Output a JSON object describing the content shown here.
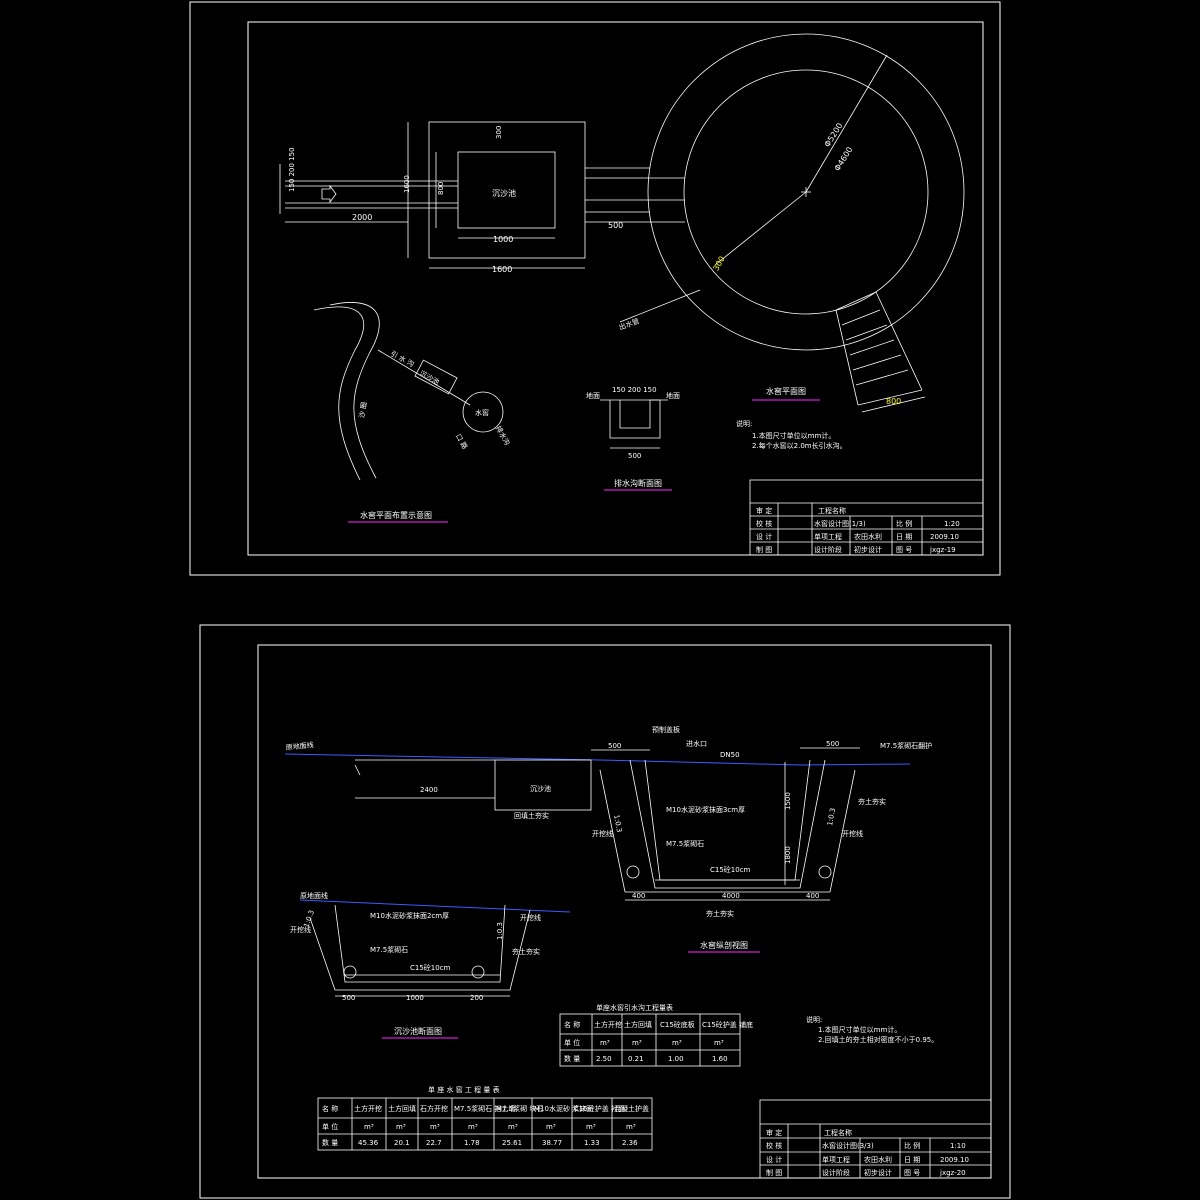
{
  "sheet1": {
    "plan_labels": {
      "sand_basin": "沉沙池",
      "dim_2000": "2000",
      "dim_1000": "1000",
      "dim_1600_h": "1600",
      "dim_1600_v": "1600",
      "dim_800": "800",
      "dim_300": "300",
      "dim_500": "500",
      "inlet_dims": "150 200 150",
      "dia_outer": "Φ5200",
      "dia_inner": "Φ4600",
      "wall_300": "300",
      "stair_800": "800",
      "pipe_label": "出水管"
    },
    "schematic": {
      "inlet_canal": "引 水 沟",
      "sand_basin": "沉沙池",
      "cellar": "水窖",
      "channel": "排水沟",
      "left_label": "沙 圈",
      "right_label": "口 路"
    },
    "ditch": {
      "dims": "150 200 150",
      "bottom": "500",
      "left_word": "地面",
      "right_word": "地面",
      "title": "排水沟断面图"
    },
    "titles": {
      "cellar_plan": "水窖平面图",
      "layout_plan": "水窖平面布置示意图"
    },
    "notes": {
      "heading": "说明:",
      "items": [
        "1.本图尺寸单位以mm计。",
        "2.每个水窖以2.0m长引水沟。"
      ]
    },
    "titleblock": {
      "rows": [
        [
          "审 定",
          "",
          "工程名称",
          "",
          "",
          ""
        ],
        [
          "校 核",
          "",
          "水窖设计图(1/3)",
          "比 例",
          "1:20",
          ""
        ],
        [
          "设 计",
          "",
          "单项工程",
          "农田水利",
          "日 期",
          "2009.10"
        ],
        [
          "制 图",
          "",
          "设计阶段",
          "初步设计",
          "图 号",
          "jxgz-19"
        ]
      ]
    }
  },
  "sheet2": {
    "section_labels": {
      "ground_line": "原地面线",
      "sand_basin": "沉沙池",
      "fill_earth": "回填土夯实",
      "dim_2400": "2400",
      "dim_500": "500",
      "inlet": "进水口",
      "slab": "预制盖板",
      "wall1": "M10水泥砂浆抹面3cm厚",
      "wall2": "M7.5浆砌石",
      "base": "C15砼10cm",
      "slope1": "1:0.3",
      "excavation_l": "开挖线",
      "excavation_r": "开挖线",
      "dim_1500": "1500",
      "dim_1800": "1800",
      "dim_4000": "4000",
      "dim_400_l": "400",
      "dim_400_r": "400",
      "dim_500_ring": "500",
      "right_top": "M7.5浆砌石翻护",
      "right_fill": "夯土夯实",
      "slope2": "1:0.3",
      "bottom_fill": "夯土夯实",
      "title": "水窖纵剖视图",
      "pipe": "DN50"
    },
    "basin_section": {
      "ground": "原地面线",
      "excavation_l": "开挖线",
      "excavation_r": "开挖线",
      "slope_l": "1:0.3",
      "slope_r": "1:0.3",
      "layer1": "M10水泥砂浆抹面2cm厚",
      "layer2": "M7.5浆砌石",
      "layer3": "C15砼10cm",
      "fill": "夯土夯实",
      "dim_1000": "1000",
      "dim_500": "500",
      "dim_200": "200",
      "title": "沉沙池断面图"
    },
    "canal_table": {
      "title": "单座水窖引水沟工程量表",
      "headers": [
        "名 称",
        "土方开挖",
        "土方回填",
        "C15砼底板",
        "C15砼护盖 铺底"
      ],
      "units": [
        "单 位",
        "m³",
        "m³",
        "m³",
        "m³"
      ],
      "values": [
        "数 量",
        "2.50",
        "0.21",
        "1.00",
        "1.60"
      ]
    },
    "notes": {
      "heading": "说明:",
      "items": [
        "1.本图尺寸单位以mm计。",
        "2.回填土的夯土相对密度不小于0.95。"
      ]
    },
    "cellar_table": {
      "title": "单 座 水 窖 工 程 量 表",
      "headers": [
        "名 称",
        "土方开挖",
        "土方回填",
        "石方开挖",
        "M7.5浆砌石 挡土墙",
        "M7.5浆砌 块石",
        "M10水泥砂 浆抹面",
        "C15砼护盖 衬面",
        "混凝土护盖"
      ],
      "units": [
        "单 位",
        "m³",
        "m³",
        "m³",
        "m³",
        "m³",
        "m³",
        "m³",
        "m³"
      ],
      "values": [
        "数 量",
        "45.36",
        "20.1",
        "22.7",
        "1.78",
        "25.61",
        "38.77",
        "1.33",
        "2.36"
      ]
    },
    "titleblock": {
      "rows": [
        [
          "审 定",
          "",
          "工程名称",
          "",
          "",
          ""
        ],
        [
          "校 核",
          "",
          "水窖设计图(3/3)",
          "比 例",
          "1:10",
          ""
        ],
        [
          "设 计",
          "",
          "单项工程",
          "农田水利",
          "日 期",
          "2009.10"
        ],
        [
          "制 图",
          "",
          "设计阶段",
          "初步设计",
          "图 号",
          "jxgz-20"
        ]
      ]
    }
  }
}
